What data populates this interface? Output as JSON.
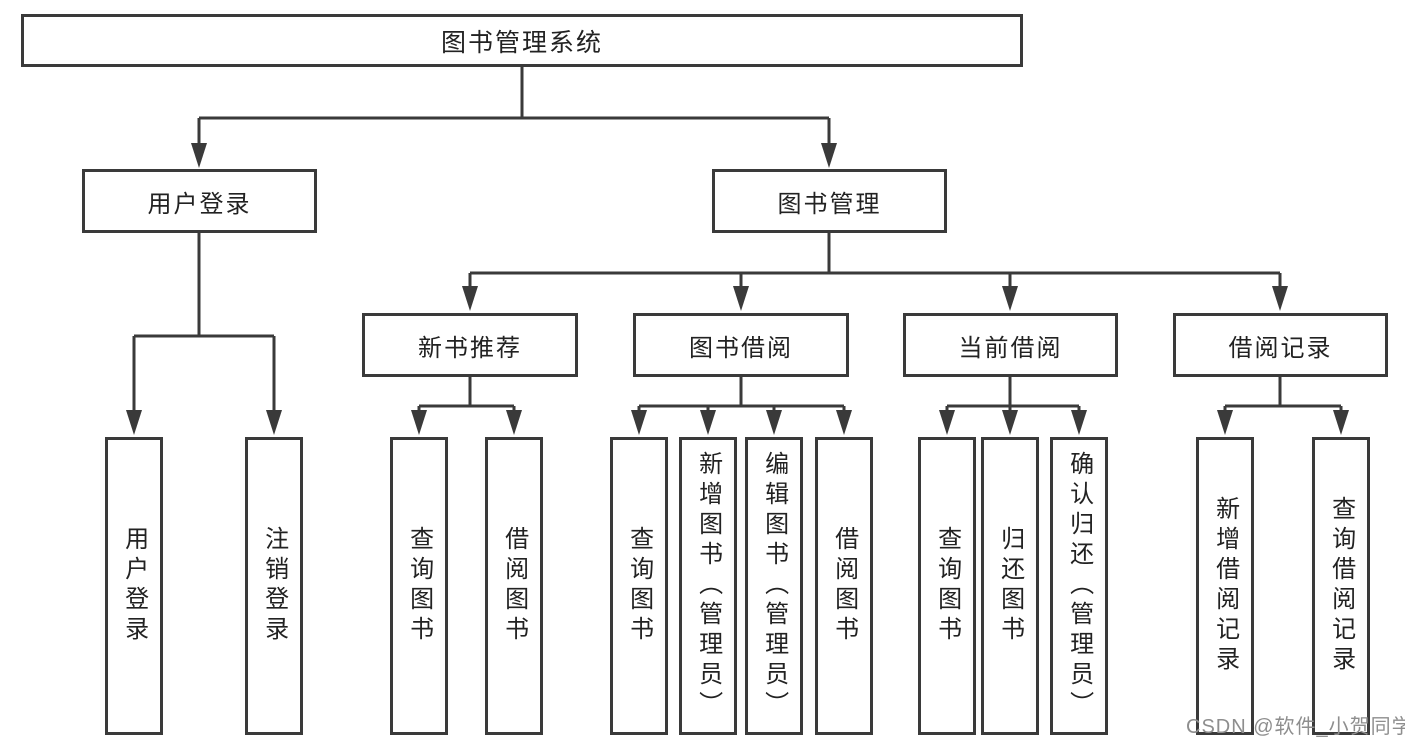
{
  "diagram_title": "图书管理系统",
  "tree": {
    "root": {
      "label": "图书管理系统",
      "children": [
        {
          "label": "用户登录",
          "children": [
            {
              "label": "用户登录"
            },
            {
              "label": "注销登录"
            }
          ]
        },
        {
          "label": "图书管理",
          "children": [
            {
              "label": "新书推荐",
              "children": [
                {
                  "label": "查询图书"
                },
                {
                  "label": "借阅图书"
                }
              ]
            },
            {
              "label": "图书借阅",
              "children": [
                {
                  "label": "查询图书"
                },
                {
                  "label": "新增图书（管理员）"
                },
                {
                  "label": "编辑图书（管理员）"
                },
                {
                  "label": "借阅图书"
                }
              ]
            },
            {
              "label": "当前借阅",
              "children": [
                {
                  "label": "查询图书"
                },
                {
                  "label": "归还图书"
                },
                {
                  "label": "确认归还（管理员）"
                }
              ]
            },
            {
              "label": "借阅记录",
              "children": [
                {
                  "label": "新增借阅记录"
                },
                {
                  "label": "查询借阅记录"
                }
              ]
            }
          ]
        }
      ]
    }
  },
  "watermark": {
    "text": "CSDN @软件_小贺同学"
  },
  "colors": {
    "line": "#3a3a3a",
    "text": "#222222",
    "background": "#ffffff",
    "watermark": "#8e8e8e"
  }
}
